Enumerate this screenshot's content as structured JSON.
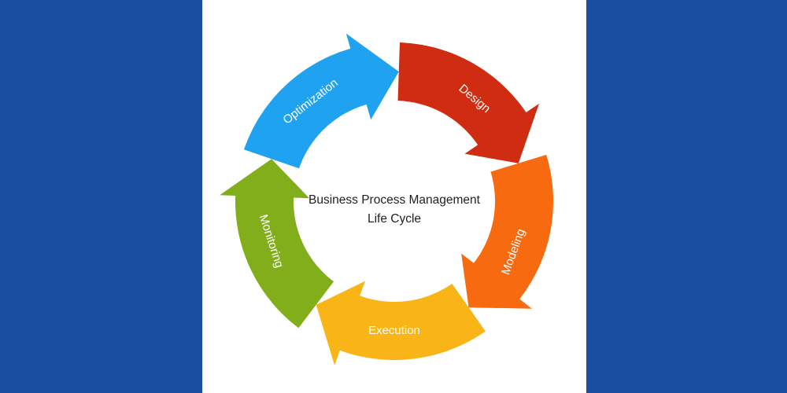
{
  "diagram": {
    "center_title_line1": "Business Process Management",
    "center_title_line2": "Life Cycle",
    "stages": [
      {
        "label": "Design",
        "color": "#d02c12"
      },
      {
        "label": "Modeling",
        "color": "#f76a10"
      },
      {
        "label": "Execution",
        "color": "#f9b518"
      },
      {
        "label": "Monitoring",
        "color": "#83ae1c"
      },
      {
        "label": "Optimization",
        "color": "#1fa3f1"
      }
    ],
    "background_color": "#1a4fa0",
    "canvas_color": "#ffffff"
  }
}
